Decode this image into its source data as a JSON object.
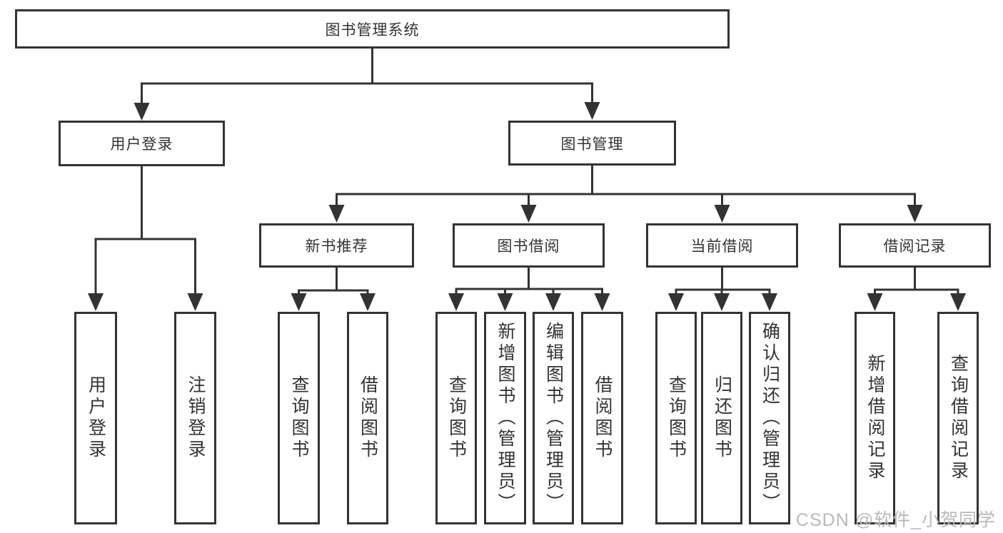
{
  "diagram": {
    "root_label": "图书管理系统",
    "branches": [
      {
        "label": "用户登录",
        "children": [
          {
            "label": "用户登录"
          },
          {
            "label": "注销登录"
          }
        ]
      },
      {
        "label": "图书管理",
        "children": [
          {
            "label": "新书推荐",
            "children": [
              {
                "label": "查询图书"
              },
              {
                "label": "借阅图书"
              }
            ]
          },
          {
            "label": "图书借阅",
            "children": [
              {
                "label": "查询图书"
              },
              {
                "label": "新增图书（管理员）"
              },
              {
                "label": "编辑图书（管理员）"
              },
              {
                "label": "借阅图书"
              }
            ]
          },
          {
            "label": "当前借阅",
            "children": [
              {
                "label": "查询图书"
              },
              {
                "label": "归还图书"
              },
              {
                "label": "确认归还（管理员）"
              }
            ]
          },
          {
            "label": "借阅记录",
            "children": [
              {
                "label": "新增借阅记录"
              },
              {
                "label": "查询借阅记录"
              }
            ]
          }
        ]
      }
    ]
  },
  "watermark": {
    "text": "CSDN @软件_小贺同学"
  },
  "colors": {
    "line": "#333333",
    "text": "#333333",
    "watermark": "#b9b9b9",
    "background": "#ffffff"
  }
}
